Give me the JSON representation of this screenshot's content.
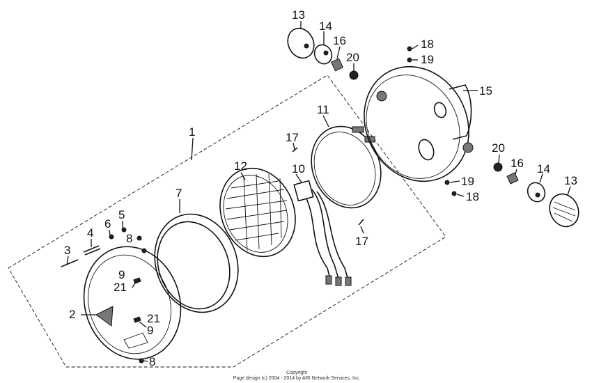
{
  "callouts": [
    {
      "id": "1",
      "label": "1"
    },
    {
      "id": "2",
      "label": "2"
    },
    {
      "id": "3",
      "label": "3"
    },
    {
      "id": "4",
      "label": "4"
    },
    {
      "id": "5",
      "label": "5"
    },
    {
      "id": "6",
      "label": "6"
    },
    {
      "id": "7",
      "label": "7"
    },
    {
      "id": "8a",
      "label": "8"
    },
    {
      "id": "8b",
      "label": "8"
    },
    {
      "id": "9a",
      "label": "9"
    },
    {
      "id": "9b",
      "label": "9"
    },
    {
      "id": "10",
      "label": "10"
    },
    {
      "id": "11",
      "label": "11"
    },
    {
      "id": "12",
      "label": "12"
    },
    {
      "id": "13a",
      "label": "13"
    },
    {
      "id": "13b",
      "label": "13"
    },
    {
      "id": "14a",
      "label": "14"
    },
    {
      "id": "14b",
      "label": "14"
    },
    {
      "id": "15",
      "label": "15"
    },
    {
      "id": "16a",
      "label": "16"
    },
    {
      "id": "16b",
      "label": "16"
    },
    {
      "id": "17a",
      "label": "17"
    },
    {
      "id": "17b",
      "label": "17"
    },
    {
      "id": "18a",
      "label": "18"
    },
    {
      "id": "18b",
      "label": "18"
    },
    {
      "id": "19a",
      "label": "19"
    },
    {
      "id": "19b",
      "label": "19"
    },
    {
      "id": "20a",
      "label": "20"
    },
    {
      "id": "20b",
      "label": "20"
    },
    {
      "id": "21a",
      "label": "21"
    },
    {
      "id": "21b",
      "label": "21"
    }
  ],
  "copyright": {
    "line1": "Copyright",
    "line2": "Page design (c) 2004 - 2014 by ARI Network Services, Inc."
  }
}
